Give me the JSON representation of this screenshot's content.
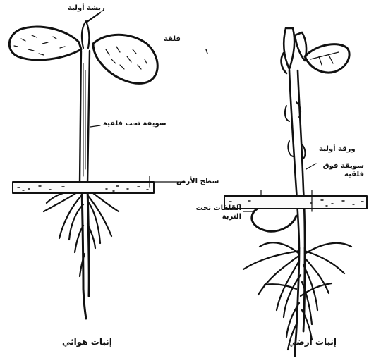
{
  "left_plant": {
    "caption": "إنبات هوائي",
    "labels": {
      "plumule": "ريشة أولية",
      "cotyledon": "فلقة",
      "hypocotyl": "سويقة تحت فلقية",
      "soil_surface": "سطح الأرض"
    }
  },
  "right_plant": {
    "caption": "إنبات أرضي",
    "labels": {
      "foliage_leaf": "ورقة أولية",
      "epicotyl": "سويقة فوق فلقية",
      "cotyledons": "الفلقات تحت التربة"
    }
  }
}
